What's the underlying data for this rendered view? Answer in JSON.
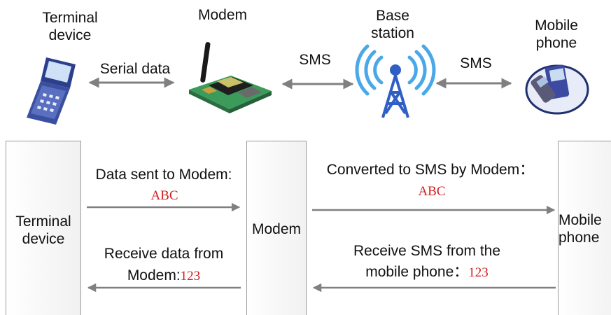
{
  "top_diagram": {
    "terminal_label": "Terminal\ndevice",
    "modem_label": "Modem",
    "base_label": "Base\nstation",
    "mobile_label": "Mobile\nphone",
    "link_serial": "Serial data",
    "link_sms_1": "SMS",
    "link_sms_2": "SMS",
    "icons": [
      "terminal-device-icon",
      "modem-icon",
      "base-station-icon",
      "mobile-phone-icon"
    ]
  },
  "sequence": {
    "col_terminal": "Terminal\ndevice",
    "col_modem": "Modem",
    "col_mobile": "Mobile\nphone",
    "msg1_text": "Data sent to Modem:",
    "msg1_value": "ABC",
    "msg2_text": "Converted to SMS by Modem：",
    "msg2_value": "ABC",
    "msg3_line1": "Receive data from",
    "msg3_line2": "Modem:",
    "msg3_value": "123",
    "msg4_line1": "Receive SMS from the",
    "msg4_line2": "mobile phone：",
    "msg4_value": "123"
  },
  "colors": {
    "arrow": "#808080",
    "value_text": "#d21d1d",
    "column_border": "#9a9a9a"
  }
}
